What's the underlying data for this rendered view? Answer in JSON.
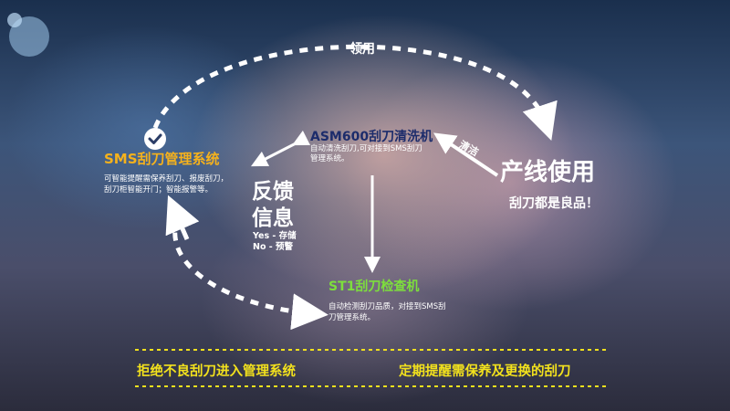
{
  "colors": {
    "sms_title": "#f6b21c",
    "asm_title": "#1c2c6b",
    "st1_title": "#7ddf3c",
    "bottom_text": "#f2e11d",
    "arrow": "#ffffff"
  },
  "loop": {
    "top_label": "领用",
    "clean_label": "清洁"
  },
  "sms": {
    "title": "SMS刮刀管理系统",
    "desc": "可智能提醒需保养刮刀、报废刮刀，刮刀柜智能开门；智能报警等。",
    "icon": "check-icon"
  },
  "asm": {
    "title": "ASM600刮刀清洗机",
    "desc": "自动清洗刮刀,可对接到SMS刮刀管理系统。"
  },
  "production": {
    "title": "产线使用",
    "subtitle": "刮刀都是良品！"
  },
  "feedback": {
    "title": "反馈信息",
    "line1": "Yes - 存储",
    "line2": "No - 预警"
  },
  "st1": {
    "title": "ST1刮刀检查机",
    "desc": "自动检测刮刀品质，对接到SMS刮刀管理系统。"
  },
  "bottom": {
    "left": "拒绝不良刮刀进入管理系统",
    "right": "定期提醒需保养及更换的刮刀"
  }
}
